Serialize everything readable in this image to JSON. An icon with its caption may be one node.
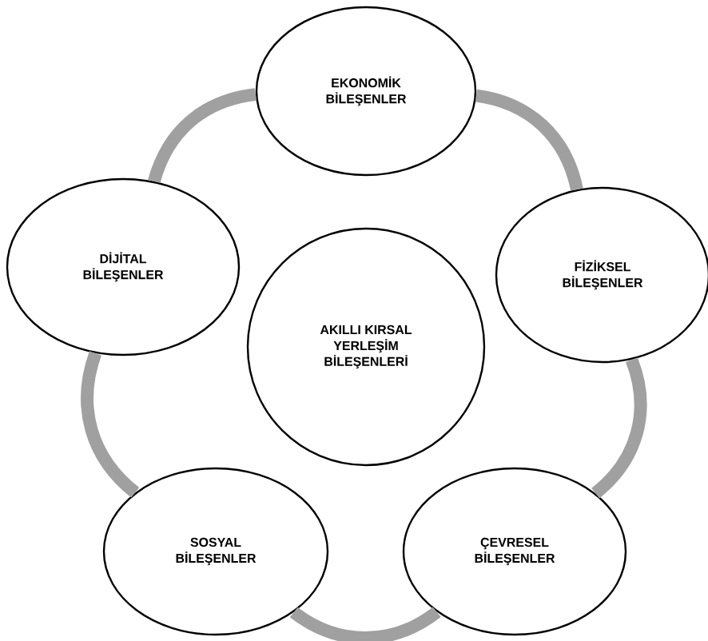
{
  "diagram": {
    "nodes": [
      {
        "text": [
          "EKONOMİK BİLEŞENLER"
        ]
      },
      {
        "text": [
          "DİJİTAL BİLEŞENLER"
        ]
      },
      {
        "text": [
          "FİZİKSEL BİLEŞENLER"
        ]
      },
      {
        "text": [
          "AKILLI KIRSAL YERLEŞİM BİLEŞENLERİ"
        ]
      },
      {
        "text": [
          "SOSYAL BİLEŞENLER"
        ]
      },
      {
        "text": [
          "ÇEVRESEL BİLEŞENLER"
        ]
      }
    ],
    "edges": [
      {
        "from": 0,
        "to": 2,
        "arrow": "none"
      },
      {
        "from": 2,
        "to": 5,
        "arrow": "none"
      },
      {
        "from": 5,
        "to": 4,
        "arrow": "none"
      },
      {
        "from": 4,
        "to": 1,
        "arrow": "none"
      },
      {
        "from": 1,
        "to": 0,
        "arrow": "none"
      }
    ]
  }
}
